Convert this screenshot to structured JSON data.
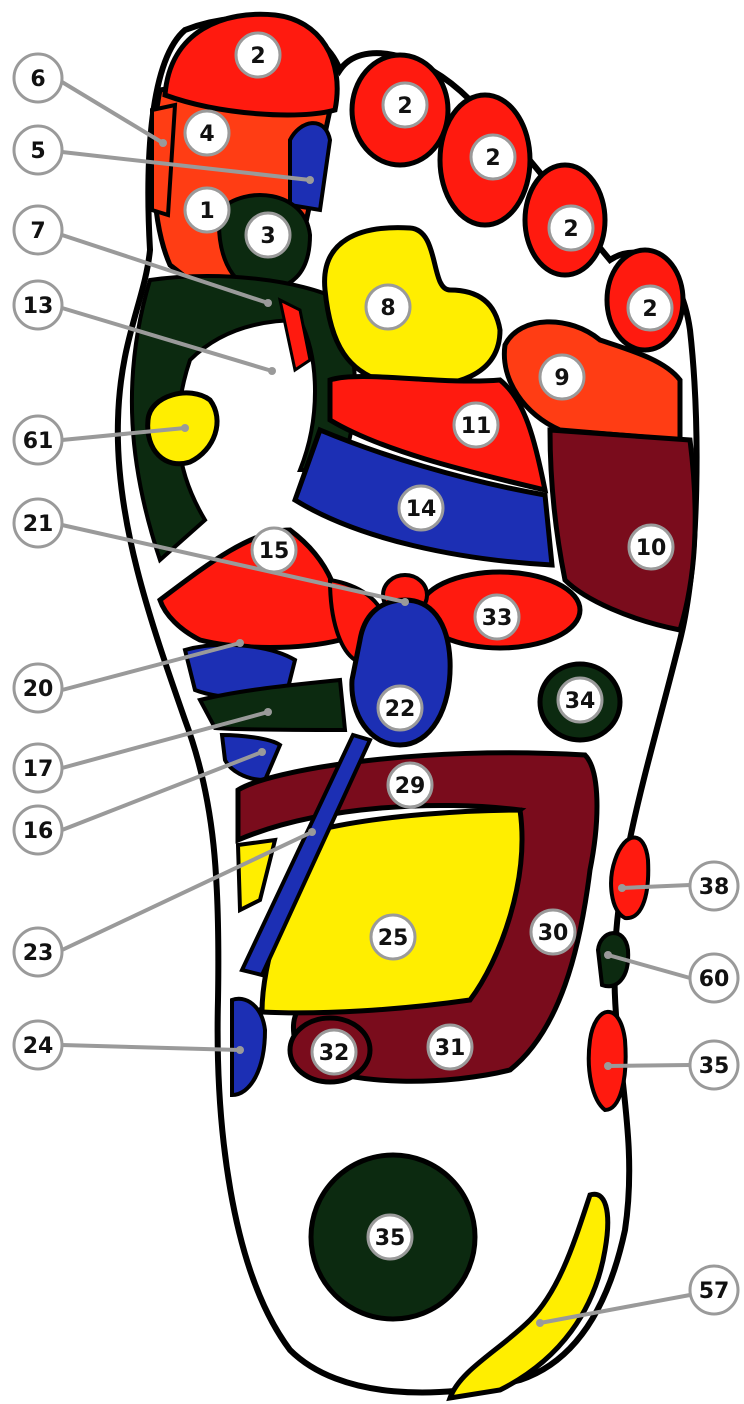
{
  "colors": {
    "red": "#ff1a0f",
    "orange_red": "#ff3d14",
    "yellow": "#ffee00",
    "blue": "#1c2fb4",
    "dark_green": "#0c2a10",
    "maroon": "#7a0c1c",
    "outline": "#000000",
    "leader": "#9a9a9a",
    "badge_fill": "#ffffff",
    "badge_stroke": "#9a9a9a"
  },
  "zones": [
    {
      "id": "toe-big",
      "label": "2",
      "color": "red"
    },
    {
      "id": "toe-2",
      "label": "2",
      "color": "red"
    },
    {
      "id": "toe-3",
      "label": "2",
      "color": "red"
    },
    {
      "id": "toe-4",
      "label": "2",
      "color": "red"
    },
    {
      "id": "toe-5",
      "label": "2",
      "color": "red"
    },
    {
      "id": "big-toe-pad",
      "label": "4",
      "color": "orange_red"
    },
    {
      "id": "big-toe-base",
      "label": "1",
      "color": "orange_red"
    },
    {
      "id": "big-toe-green",
      "label": "3",
      "color": "dark_green"
    },
    {
      "id": "zone-8",
      "label": "8",
      "color": "yellow"
    },
    {
      "id": "zone-9",
      "label": "9",
      "color": "orange_red"
    },
    {
      "id": "zone-11",
      "label": "11",
      "color": "red"
    },
    {
      "id": "zone-14",
      "label": "14",
      "color": "blue"
    },
    {
      "id": "zone-10",
      "label": "10",
      "color": "maroon"
    },
    {
      "id": "zone-15",
      "label": "15",
      "color": "red"
    },
    {
      "id": "zone-33",
      "label": "33",
      "color": "red"
    },
    {
      "id": "zone-22",
      "label": "22",
      "color": "blue"
    },
    {
      "id": "zone-34",
      "label": "34",
      "color": "dark_green"
    },
    {
      "id": "zone-29",
      "label": "29",
      "color": "maroon"
    },
    {
      "id": "zone-25",
      "label": "25",
      "color": "yellow"
    },
    {
      "id": "zone-30",
      "label": "30",
      "color": "maroon"
    },
    {
      "id": "zone-31",
      "label": "31",
      "color": "maroon"
    },
    {
      "id": "zone-32",
      "label": "32",
      "color": "maroon"
    },
    {
      "id": "zone-35-heel",
      "label": "35",
      "color": "dark_green"
    }
  ],
  "callouts": [
    {
      "label": "6",
      "side": "left"
    },
    {
      "label": "5",
      "side": "left"
    },
    {
      "label": "7",
      "side": "left"
    },
    {
      "label": "13",
      "side": "left"
    },
    {
      "label": "61",
      "side": "left"
    },
    {
      "label": "21",
      "side": "left"
    },
    {
      "label": "20",
      "side": "left"
    },
    {
      "label": "17",
      "side": "left"
    },
    {
      "label": "16",
      "side": "left"
    },
    {
      "label": "23",
      "side": "left"
    },
    {
      "label": "24",
      "side": "left"
    },
    {
      "label": "38",
      "side": "right"
    },
    {
      "label": "60",
      "side": "right"
    },
    {
      "label": "35",
      "side": "right"
    },
    {
      "label": "57",
      "side": "right"
    }
  ]
}
